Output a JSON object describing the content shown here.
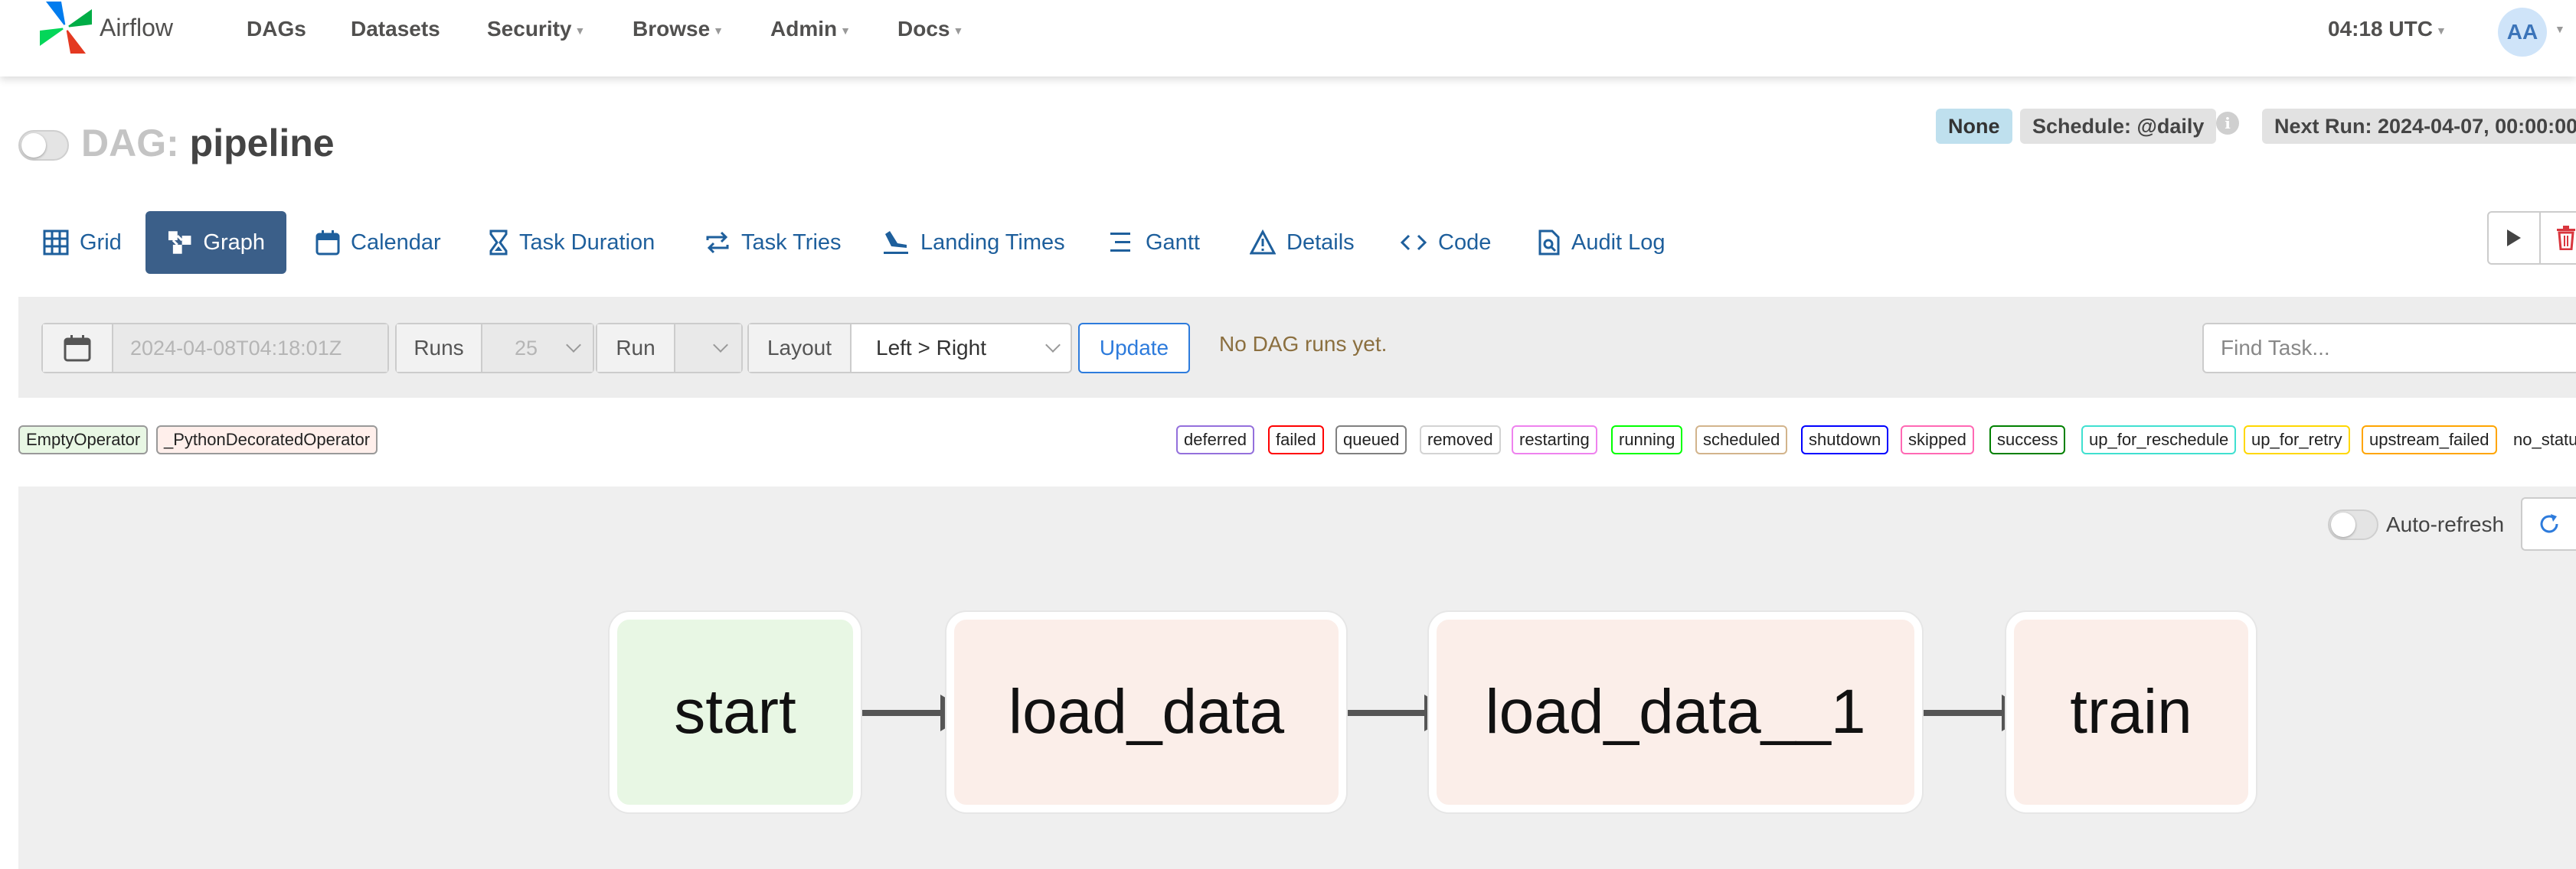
{
  "app": {
    "name": "Airflow"
  },
  "nav": {
    "items": [
      {
        "label": "DAGs",
        "dropdown": false
      },
      {
        "label": "Datasets",
        "dropdown": false
      },
      {
        "label": "Security",
        "dropdown": true
      },
      {
        "label": "Browse",
        "dropdown": true
      },
      {
        "label": "Admin",
        "dropdown": true
      },
      {
        "label": "Docs",
        "dropdown": true
      }
    ],
    "clock": "04:18 UTC",
    "user_initials": "AA"
  },
  "dag": {
    "label": "DAG:",
    "name": "pipeline",
    "paused": true,
    "badge_none": "None",
    "schedule": "Schedule: @daily",
    "next_run": "Next Run: 2024-04-07, 00:00:00"
  },
  "tabs": [
    {
      "label": "Grid",
      "icon": "grid-icon",
      "active": false
    },
    {
      "label": "Graph",
      "icon": "graph-icon",
      "active": true
    },
    {
      "label": "Calendar",
      "icon": "calendar-icon",
      "active": false
    },
    {
      "label": "Task Duration",
      "icon": "hourglass-icon",
      "active": false
    },
    {
      "label": "Task Tries",
      "icon": "retry-icon",
      "active": false
    },
    {
      "label": "Landing Times",
      "icon": "landing-icon",
      "active": false
    },
    {
      "label": "Gantt",
      "icon": "gantt-icon",
      "active": false
    },
    {
      "label": "Details",
      "icon": "warning-triangle-icon",
      "active": false
    },
    {
      "label": "Code",
      "icon": "code-icon",
      "active": false
    },
    {
      "label": "Audit Log",
      "icon": "audit-log-icon",
      "active": false
    }
  ],
  "filters": {
    "date_value": "2024-04-08T04:18:01Z",
    "runs_label": "Runs",
    "runs_value": "25",
    "run_label": "Run",
    "layout_label": "Layout",
    "layout_value": "Left > Right",
    "update_label": "Update",
    "no_runs_message": "No DAG runs yet.",
    "find_task_placeholder": "Find Task..."
  },
  "operators": [
    {
      "label": "EmptyOperator",
      "bg": "#e8f7e4"
    },
    {
      "label": "_PythonDecoratedOperator",
      "bg": "#ffefeb"
    }
  ],
  "states": [
    {
      "label": "deferred",
      "color": "#9470dc"
    },
    {
      "label": "failed",
      "color": "#ff0000"
    },
    {
      "label": "queued",
      "color": "#808080"
    },
    {
      "label": "removed",
      "color": "#d3d3d3"
    },
    {
      "label": "restarting",
      "color": "#ee82ee"
    },
    {
      "label": "running",
      "color": "#01ff01"
    },
    {
      "label": "scheduled",
      "color": "#d2b48c"
    },
    {
      "label": "shutdown",
      "color": "#0000ff"
    },
    {
      "label": "skipped",
      "color": "#ff69b4"
    },
    {
      "label": "success",
      "color": "#008000"
    },
    {
      "label": "up_for_reschedule",
      "color": "#40e0d0"
    },
    {
      "label": "up_for_retry",
      "color": "#ffd700"
    },
    {
      "label": "upstream_failed",
      "color": "#ffa500"
    },
    {
      "label": "no_status",
      "color": ""
    }
  ],
  "graph": {
    "auto_refresh_label": "Auto-refresh",
    "nodes": [
      {
        "label": "start",
        "operator": "EmptyOperator",
        "fill": "#e8f7e4"
      },
      {
        "label": "load_data",
        "operator": "_PythonDecoratedOperator",
        "fill": "#fbeee9"
      },
      {
        "label": "load_data__1",
        "operator": "_PythonDecoratedOperator",
        "fill": "#fbeee9"
      },
      {
        "label": "train",
        "operator": "_PythonDecoratedOperator",
        "fill": "#fbeee9"
      }
    ]
  }
}
